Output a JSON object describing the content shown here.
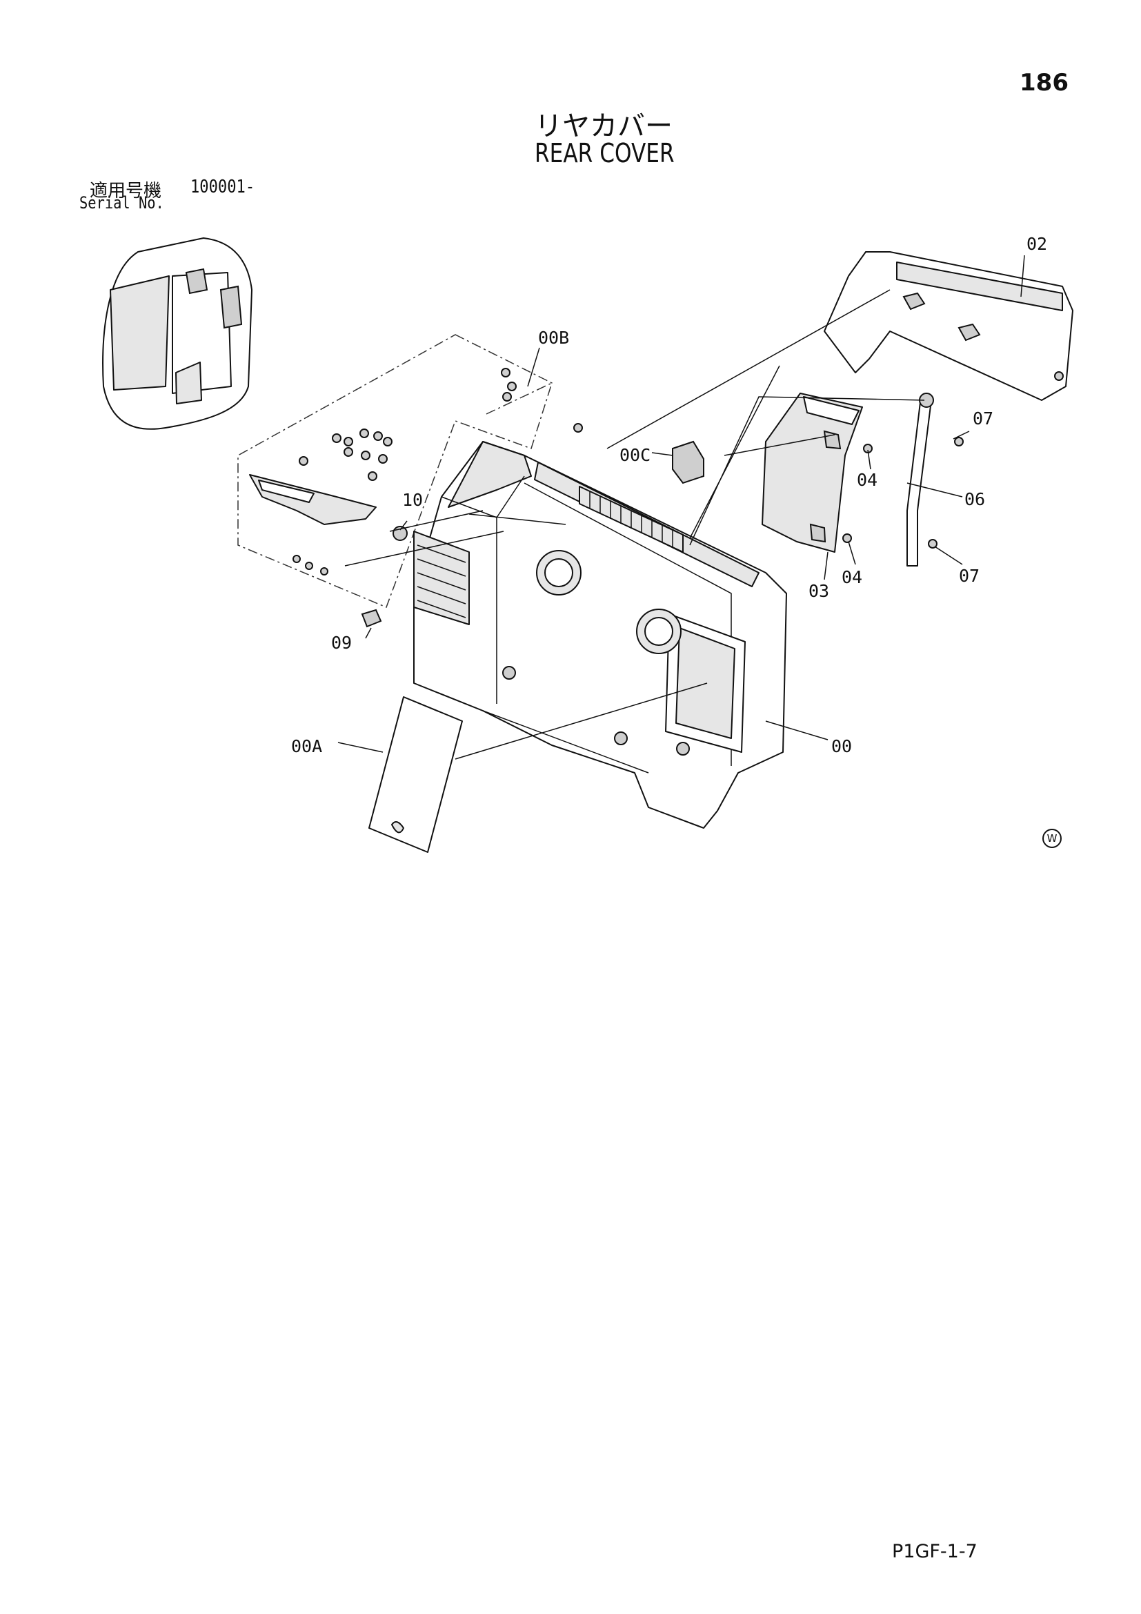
{
  "page_number": "186",
  "title_ja": "リヤカバー",
  "title_en": "REAR COVER",
  "serial": {
    "label_ja": "適用号機",
    "value": "100001-",
    "label_en": "Serial No."
  },
  "parts": {
    "p02": "02",
    "p00B": "00B",
    "p00C": "00C",
    "p07a": "07",
    "p04a": "04",
    "p06": "06",
    "p10": "10",
    "p03": "03",
    "p04b": "04",
    "p07b": "07",
    "p09": "09",
    "p00A": "00A",
    "p00": "00"
  },
  "watermark": "W",
  "doc_code": "P1GF-1-7"
}
